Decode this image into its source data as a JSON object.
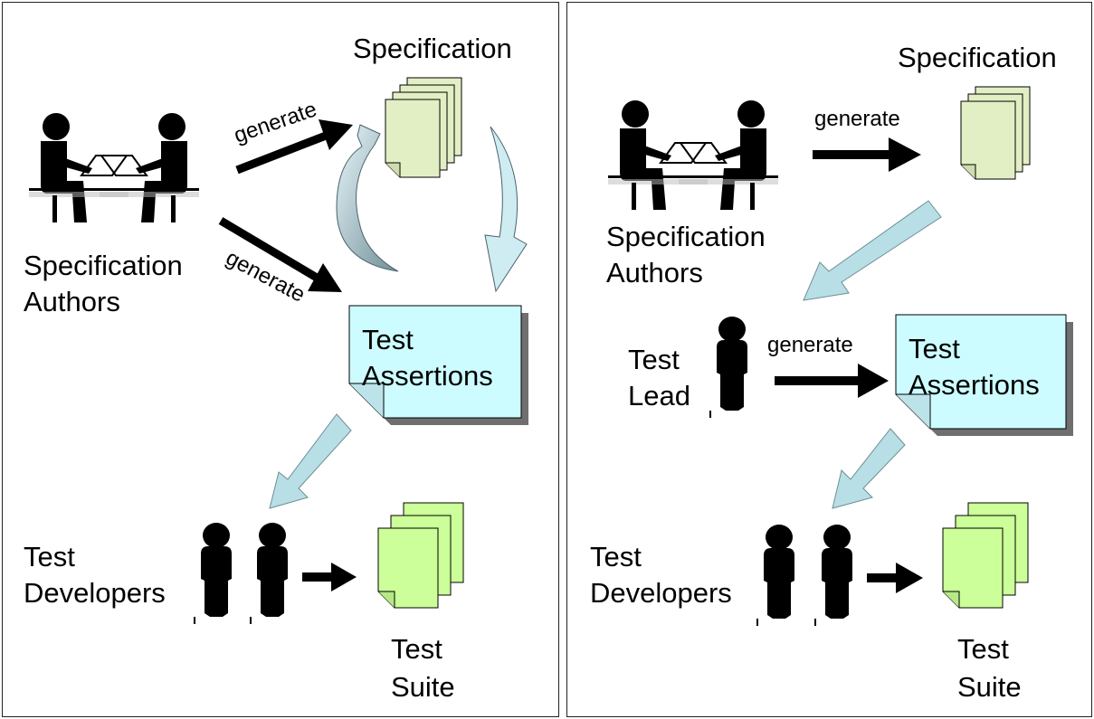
{
  "left": {
    "spec_title": "Specification",
    "authors_label": [
      "Specification",
      "Authors"
    ],
    "generate_top": "generate",
    "generate_bottom": "generate",
    "assertions_label": [
      "Test",
      "Assertions"
    ],
    "developers_label": [
      "Test",
      "Developers"
    ],
    "suite_label": [
      "Test",
      "Suite"
    ]
  },
  "right": {
    "spec_title": "Specification",
    "authors_label": [
      "Specification",
      "Authors"
    ],
    "generate_top": "generate",
    "lead_label": [
      "Test",
      "Lead"
    ],
    "generate_lead": "generate",
    "assertions_label": [
      "Test",
      "Assertions"
    ],
    "developers_label": [
      "Test",
      "Developers"
    ],
    "suite_label": [
      "Test",
      "Suite"
    ]
  },
  "colors": {
    "spec_doc": "#e2efc4",
    "assertion_doc": "#ccfcff",
    "suite_doc": "#ccff99",
    "flow_arrow": "#b9dfe6",
    "outline": "#000000"
  }
}
